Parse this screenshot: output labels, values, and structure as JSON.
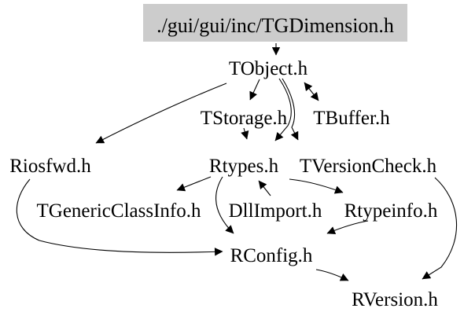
{
  "diagram": {
    "kind": "include-dependency-graph",
    "colors": {
      "background": "#ffffff",
      "root_node_bg": "#cccccc",
      "edge": "#000000",
      "text": "#000000"
    },
    "root": {
      "label": "./gui/gui/inc/TGDimension.h"
    },
    "nodes": [
      {
        "id": "tobject",
        "label": "TObject.h"
      },
      {
        "id": "tstorage",
        "label": "TStorage.h"
      },
      {
        "id": "tbuffer",
        "label": "TBuffer.h"
      },
      {
        "id": "riosfwd",
        "label": "Riosfwd.h"
      },
      {
        "id": "rtypes",
        "label": "Rtypes.h"
      },
      {
        "id": "tversioncheck",
        "label": "TVersionCheck.h"
      },
      {
        "id": "tgenericclassinfo",
        "label": "TGenericClassInfo.h"
      },
      {
        "id": "dllimport",
        "label": "DllImport.h"
      },
      {
        "id": "rtypeinfo",
        "label": "Rtypeinfo.h"
      },
      {
        "id": "rconfig",
        "label": "RConfig.h"
      },
      {
        "id": "rversion",
        "label": "RVersion.h"
      }
    ],
    "edges": [
      {
        "from": "./gui/gui/inc/TGDimension.h",
        "to": "TObject.h"
      },
      {
        "from": "TObject.h",
        "to": "Riosfwd.h"
      },
      {
        "from": "TObject.h",
        "to": "TStorage.h"
      },
      {
        "from": "TObject.h",
        "to": "TBuffer.h"
      },
      {
        "from": "TBuffer.h",
        "to": "TObject.h"
      },
      {
        "from": "TObject.h",
        "to": "Rtypes.h"
      },
      {
        "from": "TObject.h",
        "to": "TVersionCheck.h"
      },
      {
        "from": "TStorage.h",
        "to": "Rtypes.h"
      },
      {
        "from": "Rtypes.h",
        "to": "TGenericClassInfo.h"
      },
      {
        "from": "DllImport.h",
        "to": "Rtypes.h"
      },
      {
        "from": "Rtypes.h",
        "to": "Rtypeinfo.h"
      },
      {
        "from": "Rtypes.h",
        "to": "RConfig.h"
      },
      {
        "from": "Riosfwd.h",
        "to": "RConfig.h"
      },
      {
        "from": "Rtypeinfo.h",
        "to": "RConfig.h"
      },
      {
        "from": "RConfig.h",
        "to": "RVersion.h"
      },
      {
        "from": "TVersionCheck.h",
        "to": "RVersion.h"
      }
    ]
  }
}
